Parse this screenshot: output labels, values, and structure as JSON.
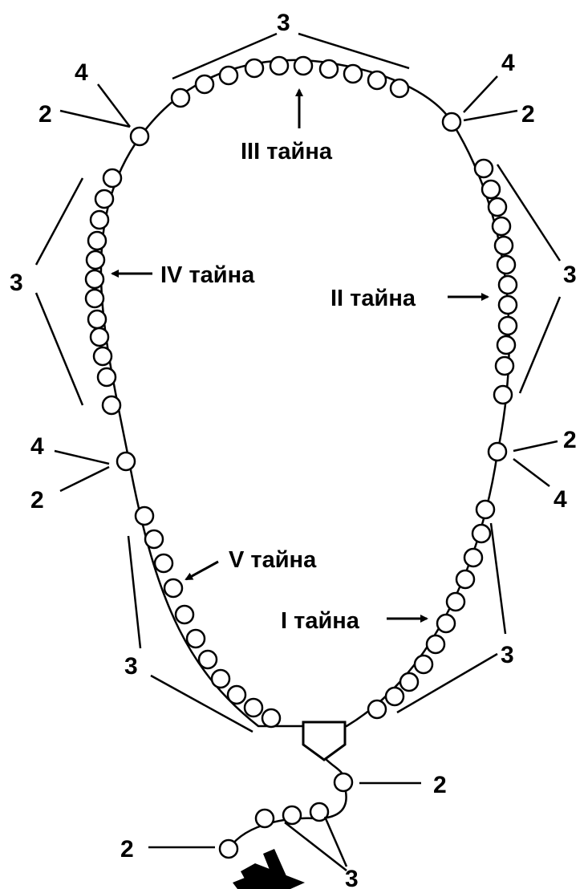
{
  "colors": {
    "ink": "#000000",
    "bead_fill": "#ffffff",
    "background": "#ffffff"
  },
  "mysteries": {
    "first": "I тайна",
    "second": "II тайна",
    "third": "III тайна",
    "fourth": "IV тайна",
    "fifth": "V тайна"
  },
  "numbers": {
    "top_group": "3",
    "upper_left_single_a": "4",
    "upper_left_single_b": "2",
    "upper_right_single_a": "4",
    "upper_right_single_b": "2",
    "left_upper_group": "3",
    "right_upper_group": "3",
    "left_mid_single_a": "4",
    "left_mid_single_b": "2",
    "right_mid_single_a": "2",
    "right_mid_single_b": "4",
    "left_lower_group": "3",
    "right_lower_group": "3",
    "pendant_bead": "2",
    "tail_group": "3",
    "tail_end_bead": "2"
  },
  "icons": {
    "centerpiece": "medallion-icon",
    "cross": "cross-icon",
    "pointer": "arrow-icon"
  }
}
